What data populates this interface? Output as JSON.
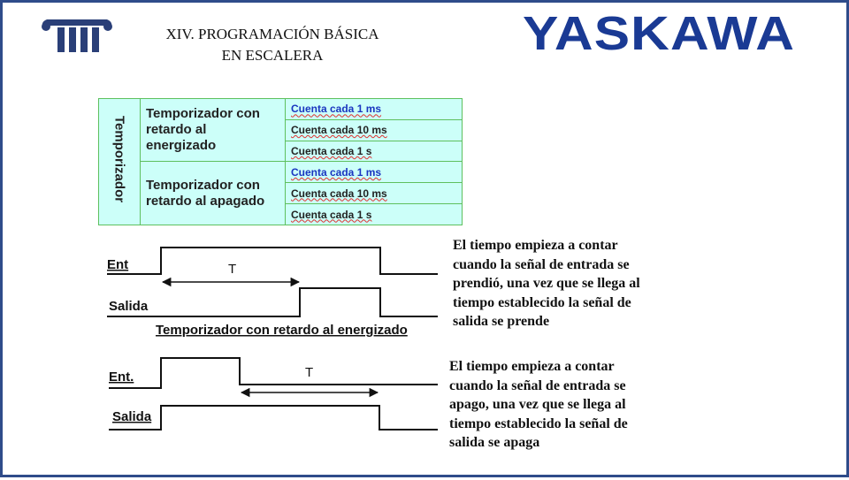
{
  "slide": {
    "title": "XIV. PROGRAMACIÓN BÁSICA\nEN ESCALERA",
    "brand": "YASKAWA",
    "colors": {
      "brand": "#1a3a94",
      "border": "#2f4c8a",
      "table_bg": "#ccfff9",
      "table_border": "#5ec05e"
    }
  },
  "table": {
    "row_header": "Temporizador",
    "groups": [
      {
        "type": "Temporizador con retardo al energizado",
        "options": [
          "Cuenta cada 1 ms",
          "Cuenta cada 10 ms",
          "Cuenta cada 1 s"
        ]
      },
      {
        "type": "Temporizador con retardo al apagado",
        "options": [
          "Cuenta cada 1 ms",
          "Cuenta cada 10 ms",
          "Cuenta cada 1 s"
        ]
      }
    ]
  },
  "diagram_on_delay": {
    "input_label": "Ent",
    "output_label": "Salida",
    "time_label": "T",
    "caption": "Temporizador con retardo al energizado",
    "explanation": "El tiempo empieza a contar cuando la señal de entrada se prendió, una vez que se llega al tiempo establecido la señal de salida se prende"
  },
  "diagram_off_delay": {
    "input_label": "Ent.",
    "output_label": "Salida",
    "time_label": "T",
    "explanation": "El tiempo empieza a contar cuando la señal de entrada se apago, una vez que se llega al tiempo establecido la señal de salida se apaga"
  }
}
